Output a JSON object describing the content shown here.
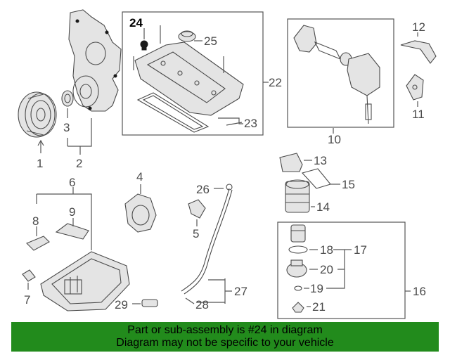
{
  "callouts": {
    "c1": "1",
    "c2": "2",
    "c3": "3",
    "c4": "4",
    "c5": "5",
    "c6": "6",
    "c7": "7",
    "c8": "8",
    "c9": "9",
    "c10": "10",
    "c11": "11",
    "c12": "12",
    "c13": "13",
    "c14": "14",
    "c15": "15",
    "c16": "16",
    "c17": "17",
    "c18": "18",
    "c19": "19",
    "c20": "20",
    "c21": "21",
    "c22": "22",
    "c23": "23",
    "c24": "24",
    "c25": "25",
    "c26": "26",
    "c27": "27",
    "c28": "28",
    "c29": "29"
  },
  "highlighted_part": "24",
  "banner": {
    "line1": "Part or sub-assembly is #24 in diagram",
    "line2": "Diagram may not be specific to your vehicle",
    "background": "#228b1c"
  }
}
